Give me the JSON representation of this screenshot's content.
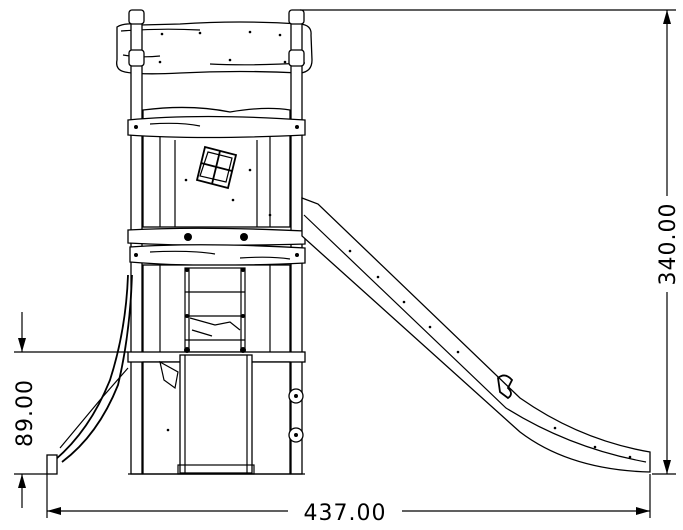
{
  "dimensions": {
    "total_height": "340.00",
    "total_width": "437.00",
    "platform_height": "89.00"
  }
}
